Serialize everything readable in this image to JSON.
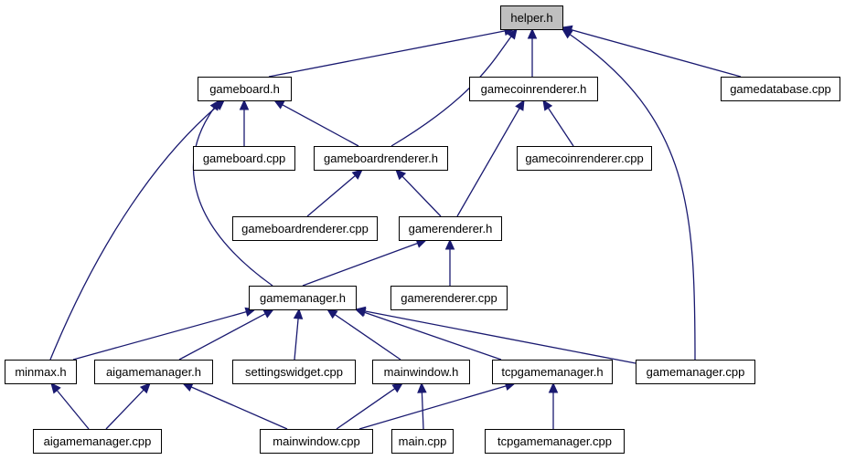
{
  "diagram": {
    "colors": {
      "edge": "#191970",
      "node_fill": "#ffffff",
      "highlight_fill": "#bfbfbf",
      "border": "#000000"
    },
    "nodes": [
      {
        "id": "helper_h",
        "label": "helper.h",
        "highlight": true
      },
      {
        "id": "gameboard_h",
        "label": "gameboard.h"
      },
      {
        "id": "gamecoinrenderer_h",
        "label": "gamecoinrenderer.h"
      },
      {
        "id": "gamedatabase_cpp",
        "label": "gamedatabase.cpp"
      },
      {
        "id": "gameboard_cpp",
        "label": "gameboard.cpp"
      },
      {
        "id": "gameboardrenderer_h",
        "label": "gameboardrenderer.h"
      },
      {
        "id": "gamecoinrenderer_cpp",
        "label": "gamecoinrenderer.cpp"
      },
      {
        "id": "gameboardrenderer_cpp",
        "label": "gameboardrenderer.cpp"
      },
      {
        "id": "gamerenderer_h",
        "label": "gamerenderer.h"
      },
      {
        "id": "gamemanager_h",
        "label": "gamemanager.h"
      },
      {
        "id": "gamerenderer_cpp",
        "label": "gamerenderer.cpp"
      },
      {
        "id": "minmax_h",
        "label": "minmax.h"
      },
      {
        "id": "aigamemanager_h",
        "label": "aigamemanager.h"
      },
      {
        "id": "settingswidget_cpp",
        "label": "settingswidget.cpp"
      },
      {
        "id": "mainwindow_h",
        "label": "mainwindow.h"
      },
      {
        "id": "tcpgamemanager_h",
        "label": "tcpgamemanager.h"
      },
      {
        "id": "gamemanager_cpp",
        "label": "gamemanager.cpp"
      },
      {
        "id": "aigamemanager_cpp",
        "label": "aigamemanager.cpp"
      },
      {
        "id": "mainwindow_cpp",
        "label": "mainwindow.cpp"
      },
      {
        "id": "main_cpp",
        "label": "main.cpp"
      },
      {
        "id": "tcpgamemanager_cpp",
        "label": "tcpgamemanager.cpp"
      }
    ],
    "edges": [
      {
        "from": "gameboard_h",
        "to": "helper_h"
      },
      {
        "from": "gameboardrenderer_h",
        "to": "helper_h"
      },
      {
        "from": "gamecoinrenderer_h",
        "to": "helper_h"
      },
      {
        "from": "gamedatabase_cpp",
        "to": "helper_h"
      },
      {
        "from": "gamemanager_cpp",
        "to": "helper_h"
      },
      {
        "from": "gameboard_cpp",
        "to": "gameboard_h"
      },
      {
        "from": "gameboardrenderer_h",
        "to": "gameboard_h"
      },
      {
        "from": "minmax_h",
        "to": "gameboard_h"
      },
      {
        "from": "gamemanager_h",
        "to": "gameboard_h"
      },
      {
        "from": "gamecoinrenderer_cpp",
        "to": "gamecoinrenderer_h"
      },
      {
        "from": "gamerenderer_h",
        "to": "gamecoinrenderer_h"
      },
      {
        "from": "gameboardrenderer_cpp",
        "to": "gameboardrenderer_h"
      },
      {
        "from": "gamerenderer_h",
        "to": "gameboardrenderer_h"
      },
      {
        "from": "gamemanager_h",
        "to": "gamerenderer_h"
      },
      {
        "from": "gamerenderer_cpp",
        "to": "gamerenderer_h"
      },
      {
        "from": "minmax_h",
        "to": "gamemanager_h"
      },
      {
        "from": "aigamemanager_h",
        "to": "gamemanager_h"
      },
      {
        "from": "settingswidget_cpp",
        "to": "gamemanager_h"
      },
      {
        "from": "mainwindow_h",
        "to": "gamemanager_h"
      },
      {
        "from": "tcpgamemanager_h",
        "to": "gamemanager_h"
      },
      {
        "from": "gamemanager_cpp",
        "to": "gamemanager_h"
      },
      {
        "from": "aigamemanager_cpp",
        "to": "minmax_h"
      },
      {
        "from": "aigamemanager_cpp",
        "to": "aigamemanager_h"
      },
      {
        "from": "mainwindow_cpp",
        "to": "aigamemanager_h"
      },
      {
        "from": "mainwindow_cpp",
        "to": "mainwindow_h"
      },
      {
        "from": "main_cpp",
        "to": "mainwindow_h"
      },
      {
        "from": "mainwindow_cpp",
        "to": "tcpgamemanager_h"
      },
      {
        "from": "tcpgamemanager_cpp",
        "to": "tcpgamemanager_h"
      }
    ]
  }
}
